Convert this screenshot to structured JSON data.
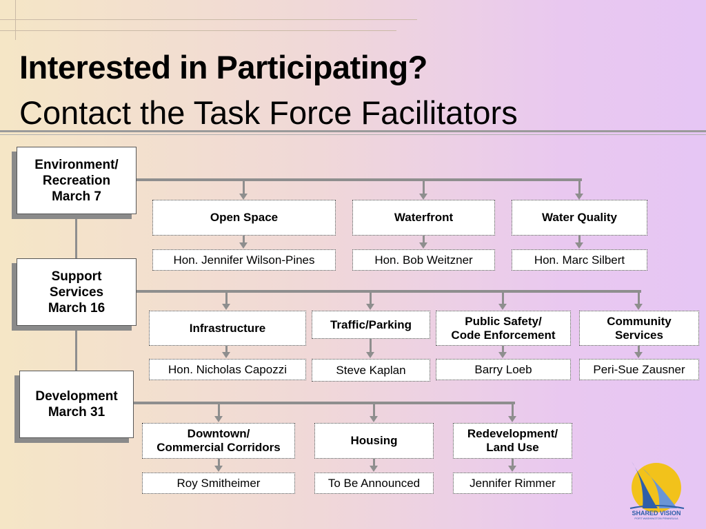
{
  "slide": {
    "title": "Interested in Participating?",
    "subtitle": "Contact the Task Force Facilitators"
  },
  "groups": [
    {
      "name": "Environment/\nRecreation\nMarch 7",
      "topics": [
        {
          "label": "Open Space",
          "facilitator": "Hon. Jennifer Wilson-Pines"
        },
        {
          "label": "Waterfront",
          "facilitator": "Hon. Bob Weitzner"
        },
        {
          "label": "Water Quality",
          "facilitator": "Hon. Marc Silbert"
        }
      ]
    },
    {
      "name": "Support\nServices\nMarch 16",
      "topics": [
        {
          "label": "Infrastructure",
          "facilitator": "Hon. Nicholas Capozzi"
        },
        {
          "label": "Traffic/Parking",
          "facilitator": "Steve Kaplan"
        },
        {
          "label": "Public Safety/\nCode Enforcement",
          "facilitator": "Barry Loeb"
        },
        {
          "label": "Community\nServices",
          "facilitator": "Peri-Sue Zausner"
        }
      ]
    },
    {
      "name": "Development\nMarch 31",
      "topics": [
        {
          "label": "Downtown/\nCommercial Corridors",
          "facilitator": "Roy Smitheimer"
        },
        {
          "label": "Housing",
          "facilitator": "To Be Announced"
        },
        {
          "label": "Redevelopment/\nLand Use",
          "facilitator": "Jennifer Rimmer"
        }
      ]
    }
  ],
  "logo": {
    "text": "SHARED VISION",
    "subtext": "PORT WASHINGTON PENINSULA",
    "colors": {
      "sun": "#f2c21b",
      "sail": "#2f5fa8",
      "text": "#2f5fa8"
    }
  }
}
